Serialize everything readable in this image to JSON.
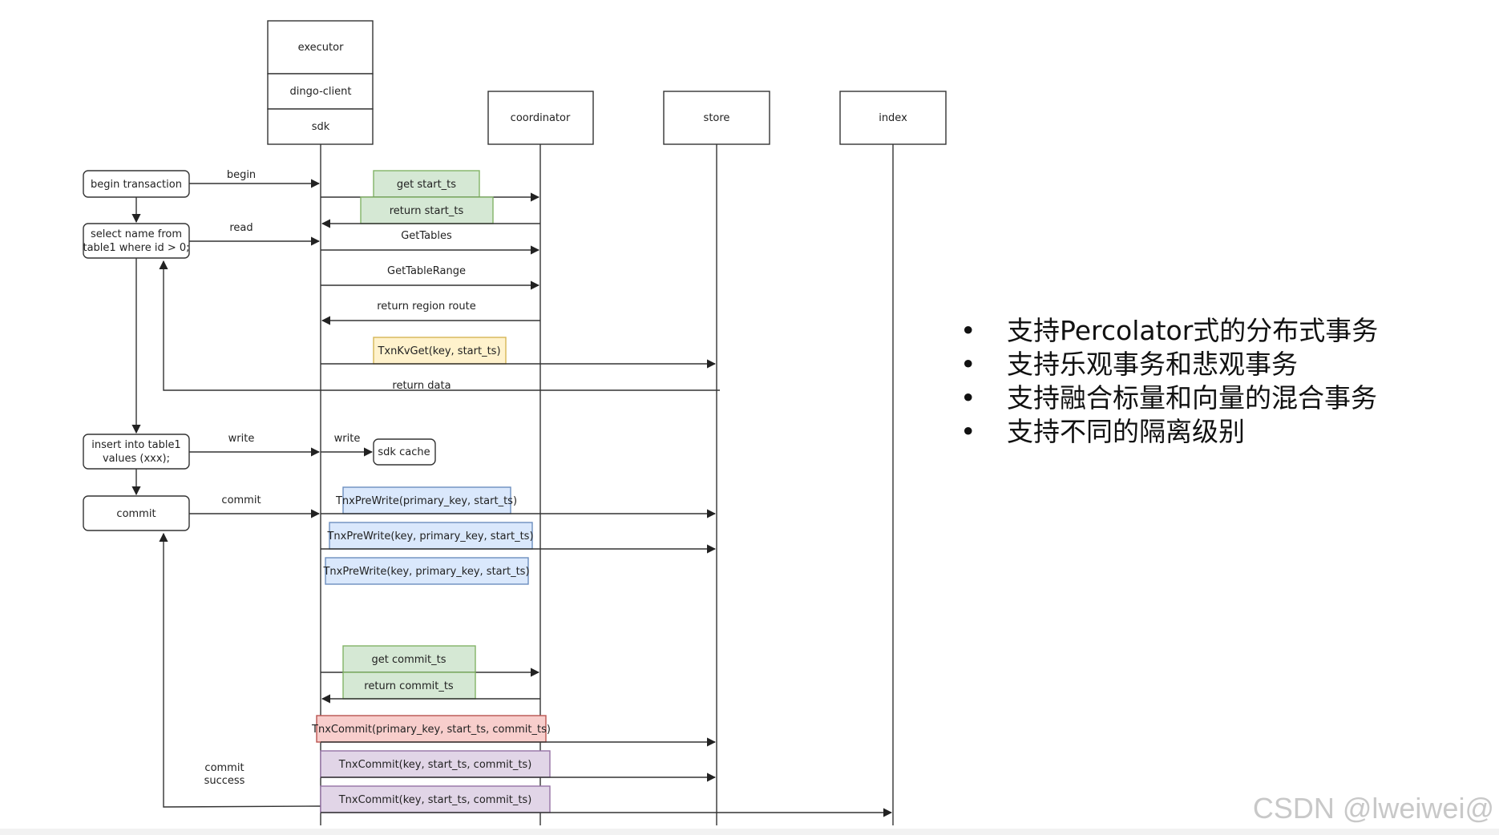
{
  "participants": {
    "executor": "executor",
    "dingo_client": "dingo-client",
    "sdk": "sdk",
    "coordinator": "coordinator",
    "store": "store",
    "index": "index"
  },
  "sql_steps": {
    "begin_transaction": "begin transaction",
    "select_line1": "select name from",
    "select_line2": "table1 where id > 0;",
    "insert_line1": "insert into table1",
    "insert_line2": "values (xxx);",
    "commit": "commit",
    "sdk_cache": "sdk cache"
  },
  "messages": {
    "begin": "begin",
    "read": "read",
    "write": "write",
    "write_cache": "write",
    "commit": "commit",
    "commit_success_line1": "commit",
    "commit_success_line2": "success",
    "get_start_ts": "get start_ts",
    "return_start_ts": "return start_ts",
    "get_tables": "GetTables",
    "get_table_range": "GetTableRange",
    "return_region_route": "return region route",
    "txn_kv_get": "TxnKvGet(key, start_ts)",
    "return_data": "return data",
    "prewrite_primary": "TnxPreWrite(primary_key, start_ts)",
    "prewrite_key_1": "TnxPreWrite(key, primary_key, start_ts)",
    "prewrite_key_2": "TnxPreWrite(key, primary_key, start_ts)",
    "get_commit_ts": "get commit_ts",
    "return_commit_ts": "return commit_ts",
    "commit_primary": "TnxCommit(primary_key, start_ts, commit_ts)",
    "commit_key_store": "TnxCommit(key, start_ts, commit_ts)",
    "commit_key_index": "TnxCommit(key, start_ts, commit_ts)"
  },
  "features": [
    "支持Percolator式的分布式事务",
    "支持乐观事务和悲观事务",
    "支持融合标量和向量的混合事务",
    "支持不同的隔离级别"
  ],
  "watermark": "CSDN @lweiwei@",
  "colors": {
    "green_fill": "#d5e8d4",
    "green_stroke": "#82b366",
    "yellow_fill": "#fff2cc",
    "yellow_stroke": "#d6b656",
    "blue_fill": "#dae8fc",
    "blue_stroke": "#6c8ebf",
    "red_fill": "#f8cecc",
    "red_stroke": "#b85450",
    "purple_fill": "#e1d5e7",
    "purple_stroke": "#9673a6",
    "line": "#333333"
  }
}
